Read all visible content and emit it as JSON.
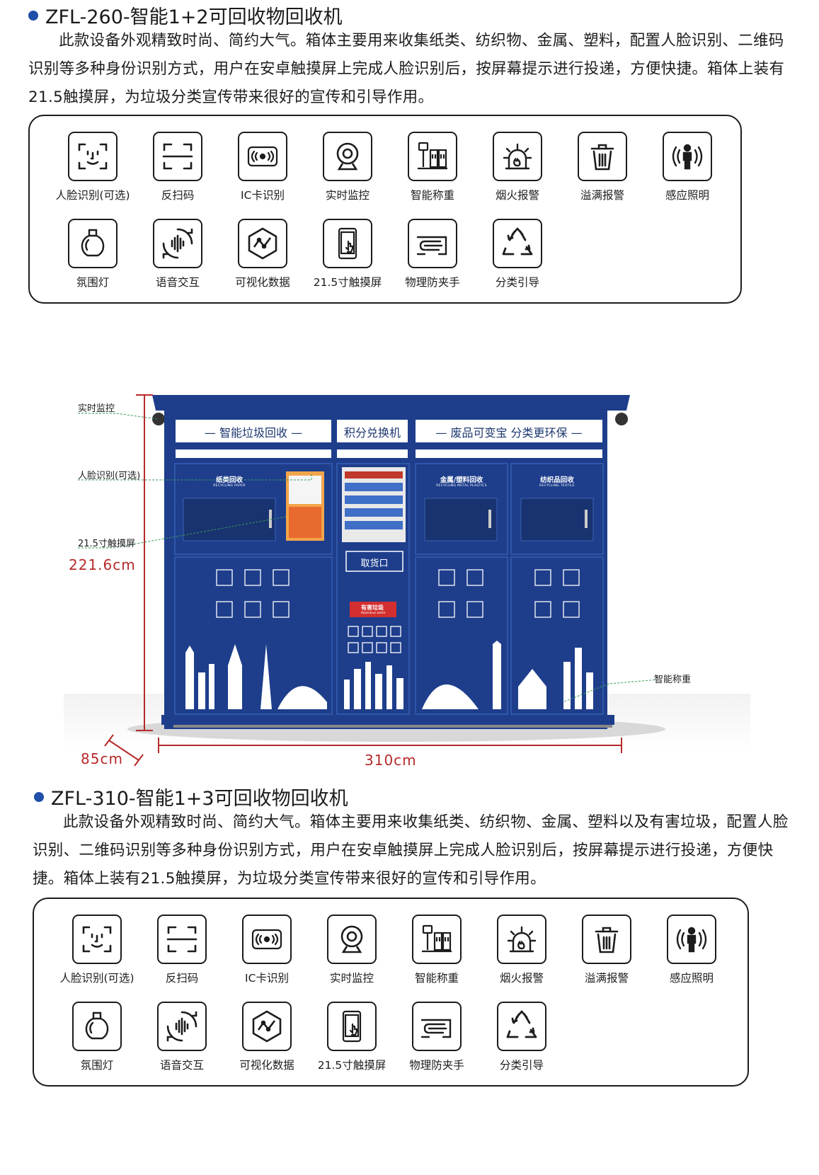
{
  "section1": {
    "title": "ZFL-260-智能1+2可回收物回收机",
    "description": "此款设备外观精致时尚、简约大气。箱体主要用来收集纸类、纺织物、金属、塑料，配置人脸识别、二维码识别等多种身份识别方式，用户在安卓触摸屏上完成人脸识别后，按屏幕提示进行投递，方便快捷。箱体上装有21.5触摸屏，为垃圾分类宣传带来很好的宣传和引导作用。",
    "features": [
      {
        "label": "人脸识别(可选)",
        "icon": "face-recognition-icon"
      },
      {
        "label": "反扫码",
        "icon": "scan-frame-icon"
      },
      {
        "label": "IC卡识别",
        "icon": "ic-card-icon"
      },
      {
        "label": "实时监控",
        "icon": "camera-icon"
      },
      {
        "label": "智能称重",
        "icon": "scale-icon"
      },
      {
        "label": "烟火报警",
        "icon": "fire-alarm-icon"
      },
      {
        "label": "溢满报警",
        "icon": "trash-bin-icon"
      },
      {
        "label": "感应照明",
        "icon": "sensor-person-icon"
      },
      {
        "label": "氛围灯",
        "icon": "light-bulb-icon"
      },
      {
        "label": "语音交互",
        "icon": "voice-icon"
      },
      {
        "label": "可视化数据",
        "icon": "data-hexagon-icon"
      },
      {
        "label": "21.5寸触摸屏",
        "icon": "touch-screen-icon"
      },
      {
        "label": "物理防夹手",
        "icon": "hand-guard-icon"
      },
      {
        "label": "分类引导",
        "icon": "recycle-icon"
      }
    ]
  },
  "machine": {
    "callouts": {
      "monitor": "实时监控",
      "face": "人脸识别(可选)",
      "screen": "21.5寸触摸屏",
      "weigh": "智能称重"
    },
    "dimensions": {
      "height": "221.6cm",
      "depth": "85cm",
      "width": "310cm"
    },
    "banners": {
      "left": "— 智能垃圾回收 —",
      "middle": "积分兑换机",
      "right": "— 废品可变宝  分类更环保 —"
    },
    "bins": {
      "paper": {
        "name": "纸类回收",
        "en": "RECYCLING PAPER"
      },
      "metal": {
        "name": "金属/塑料回收",
        "en": "RECYCLING METAL PLASTICS"
      },
      "textile": {
        "name": "纺织品回收",
        "en": "RECYCLING TEXTILE"
      }
    },
    "pickup": "取货口",
    "hazardous": {
      "name": "有害垃圾",
      "en": "Hazardous waste"
    }
  },
  "section2": {
    "title": "ZFL-310-智能1+3可回收物回收机",
    "description": "此款设备外观精致时尚、简约大气。箱体主要用来收集纸类、纺织物、金属、塑料以及有害垃圾，配置人脸识别、二维码识别等多种身份识别方式，用户在安卓触摸屏上完成人脸识别后，按屏幕提示进行投递，方便快捷。箱体上装有21.5触摸屏，为垃圾分类宣传带来很好的宣传和引导作用。",
    "features": [
      {
        "label": "人脸识别(可选)",
        "icon": "face-recognition-icon"
      },
      {
        "label": "反扫码",
        "icon": "scan-frame-icon"
      },
      {
        "label": "IC卡识别",
        "icon": "ic-card-icon"
      },
      {
        "label": "实时监控",
        "icon": "camera-icon"
      },
      {
        "label": "智能称重",
        "icon": "scale-icon"
      },
      {
        "label": "烟火报警",
        "icon": "fire-alarm-icon"
      },
      {
        "label": "溢满报警",
        "icon": "trash-bin-icon"
      },
      {
        "label": "感应照明",
        "icon": "sensor-person-icon"
      },
      {
        "label": "氛围灯",
        "icon": "light-bulb-icon"
      },
      {
        "label": "语音交互",
        "icon": "voice-icon"
      },
      {
        "label": "可视化数据",
        "icon": "data-hexagon-icon"
      },
      {
        "label": "21.5寸触摸屏",
        "icon": "touch-screen-icon"
      },
      {
        "label": "物理防夹手",
        "icon": "hand-guard-icon"
      },
      {
        "label": "分类引导",
        "icon": "recycle-icon"
      }
    ]
  }
}
